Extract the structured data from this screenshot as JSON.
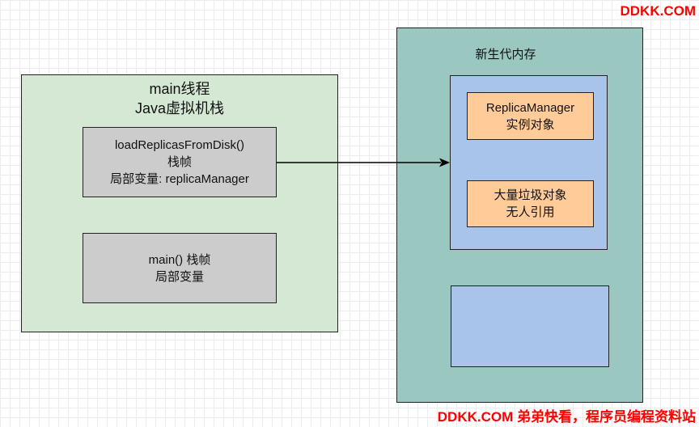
{
  "watermark_top": "DDKK.COM",
  "watermark_bottom": "DDKK.COM 弟弟快看，程序员编程资料站",
  "thread_stack": {
    "title_line1": "main线程",
    "title_line2": "Java虚拟机栈",
    "frame_load": {
      "line1": "loadReplicasFromDisk()",
      "line2": "栈帧",
      "line3": "局部变量: replicaManager"
    },
    "frame_main": {
      "line1": "main() 栈帧",
      "line2": "局部变量"
    }
  },
  "young_gen": {
    "title": "新生代内存",
    "replica_object": {
      "line1": "ReplicaManager",
      "line2": "实例对象"
    },
    "garbage_object": {
      "line1": "大量垃圾对象",
      "line2": "无人引用"
    }
  },
  "colors": {
    "thread_stack_fill": "#d5e8d4",
    "frame_fill": "#cccccc",
    "young_gen_fill": "#9ac7bf",
    "region_fill": "#a9c4eb",
    "object_fill": "#ffcc99",
    "watermark": "#ff0000"
  }
}
